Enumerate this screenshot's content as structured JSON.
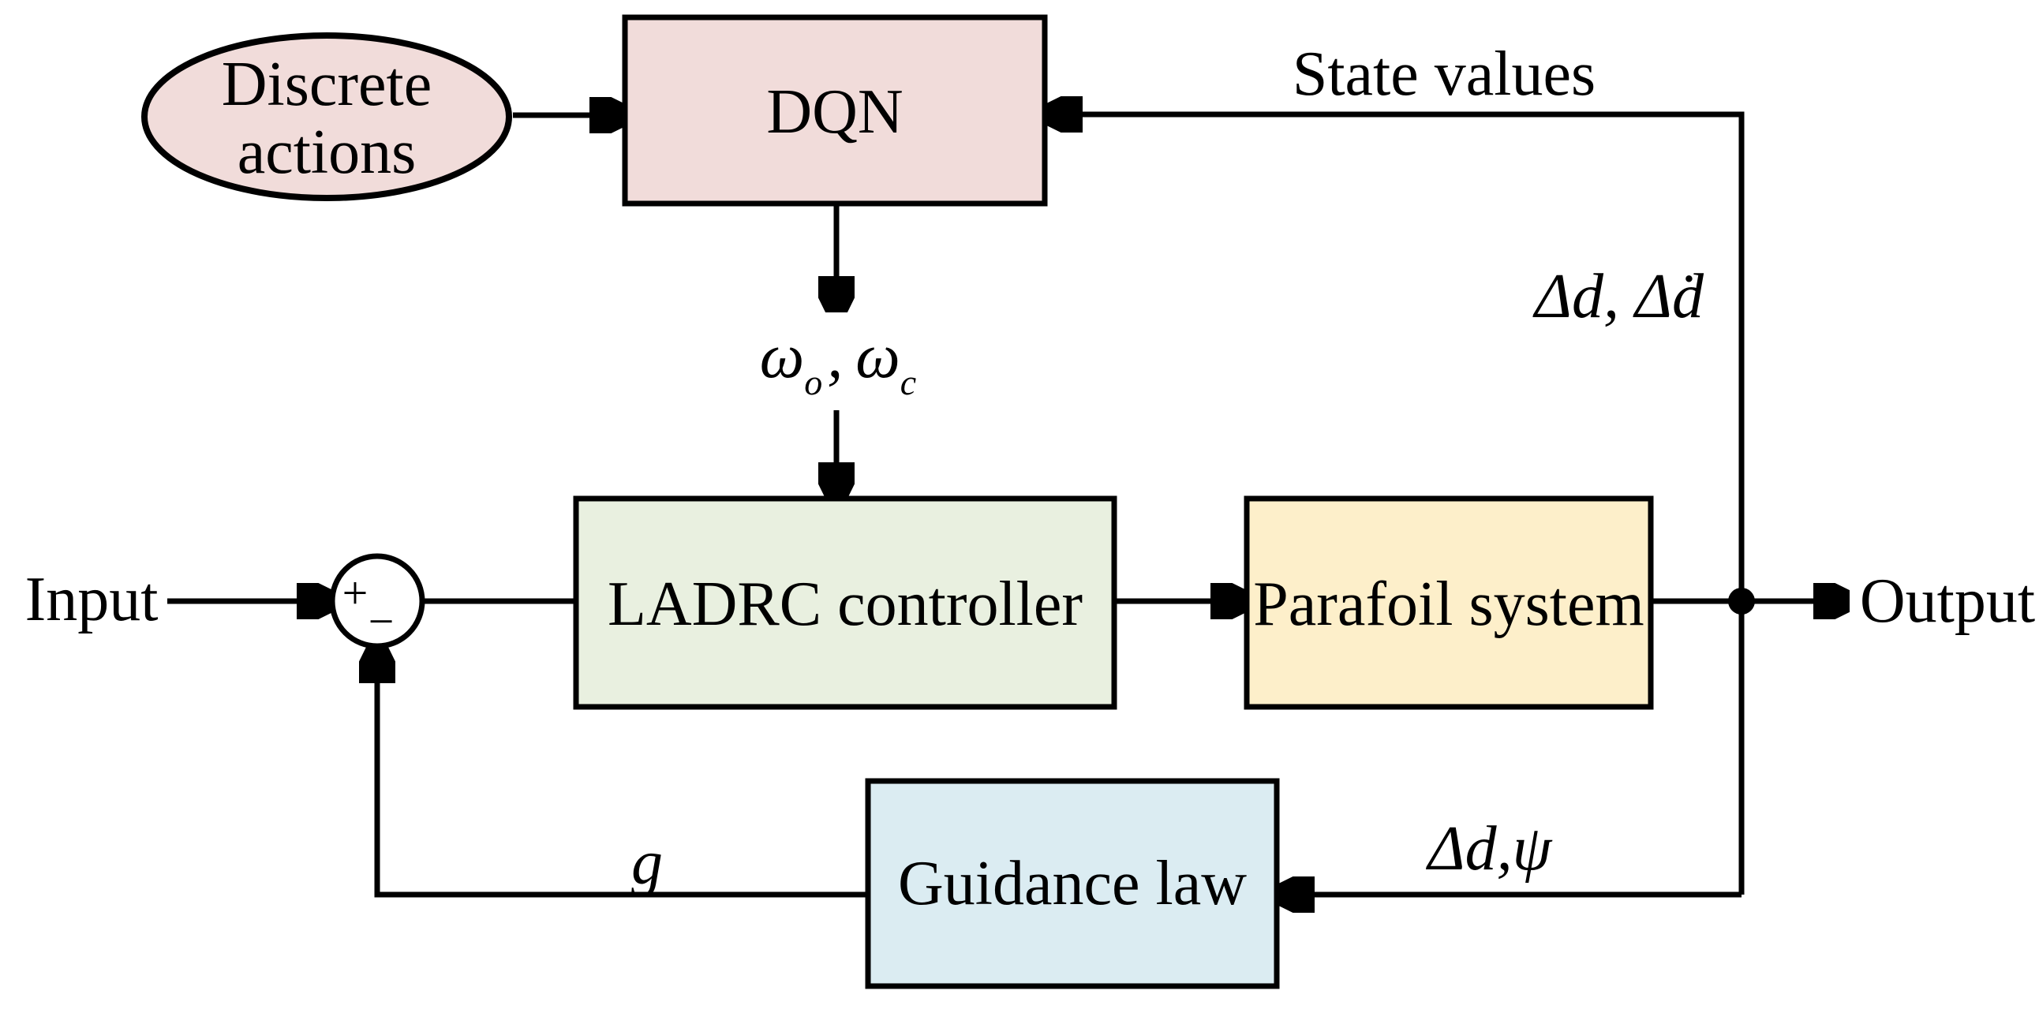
{
  "colors": {
    "pink_fill": "#f1dcda",
    "green_fill": "#e9f0e0",
    "yellow_fill": "#fdefca",
    "blue_fill": "#dbecf2",
    "line": "#000000"
  },
  "nodes": {
    "discrete_actions": {
      "lines": [
        "Discrete",
        "actions"
      ]
    },
    "dqn": {
      "label": "DQN"
    },
    "ladrc": {
      "label": "LADRC controller"
    },
    "parafoil": {
      "label": "Parafoil system"
    },
    "guidance": {
      "label": "Guidance law"
    }
  },
  "labels": {
    "state_values": "State values",
    "input": "Input",
    "output": "Output",
    "omega": {
      "symbol1": "ω",
      "sub1": "o",
      "comma": ",",
      "symbol2": "ω",
      "sub2": "c"
    },
    "delta_d_ddot": "Δd, Δḋ",
    "delta_d_psi": "Δd,ψ",
    "g": "g",
    "plus": "+",
    "minus": "−"
  }
}
